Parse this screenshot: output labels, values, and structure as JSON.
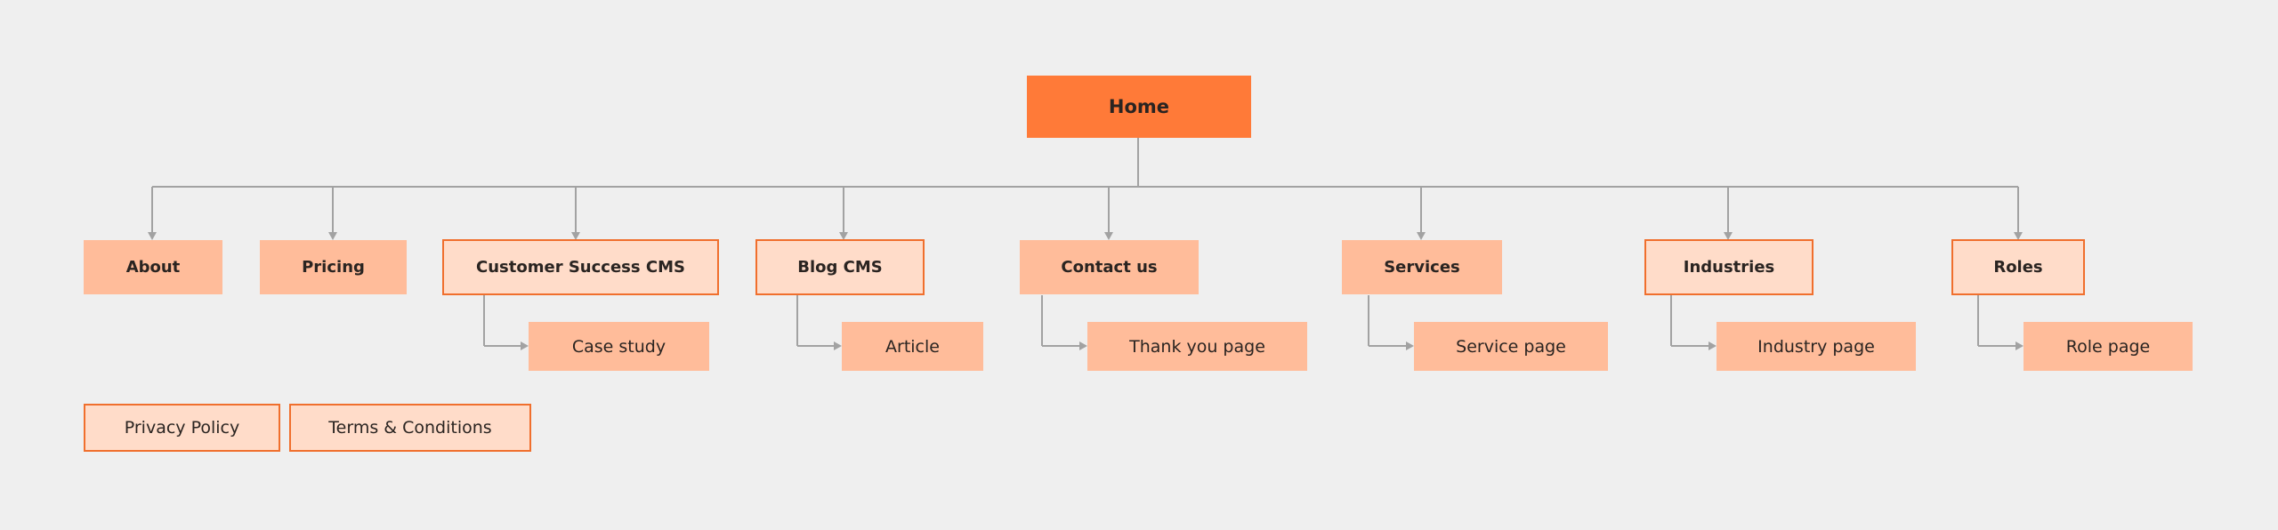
{
  "sitemap": {
    "root": {
      "label": "Home"
    },
    "sections": [
      {
        "id": "about",
        "label": "About",
        "style": "plain",
        "children": []
      },
      {
        "id": "pricing",
        "label": "Pricing",
        "style": "plain",
        "children": []
      },
      {
        "id": "customer-success-cms",
        "label": "Customer Success CMS",
        "style": "outlined",
        "children": [
          {
            "label": "Case study"
          }
        ]
      },
      {
        "id": "blog-cms",
        "label": "Blog CMS",
        "style": "outlined",
        "children": [
          {
            "label": "Article"
          }
        ]
      },
      {
        "id": "contact-us",
        "label": "Contact us",
        "style": "plain",
        "children": [
          {
            "label": "Thank you page"
          }
        ]
      },
      {
        "id": "services",
        "label": "Services",
        "style": "plain",
        "children": [
          {
            "label": "Service page"
          }
        ]
      },
      {
        "id": "industries",
        "label": "Industries",
        "style": "outlined",
        "children": [
          {
            "label": "Industry page"
          }
        ]
      },
      {
        "id": "roles",
        "label": "Roles",
        "style": "outlined",
        "children": [
          {
            "label": "Role page"
          }
        ]
      }
    ],
    "footer_pages": [
      {
        "id": "privacy-policy",
        "label": "Privacy Policy"
      },
      {
        "id": "terms-conditions",
        "label": "Terms & Conditions"
      }
    ]
  },
  "colors": {
    "background": "#efefef",
    "root_fill": "#ff7a38",
    "section_fill": "#ffbc9a",
    "outlined_fill": "#ffdcc9",
    "outline": "#f06f2d",
    "connector": "#a2a2a2",
    "text": "#2a2421"
  }
}
